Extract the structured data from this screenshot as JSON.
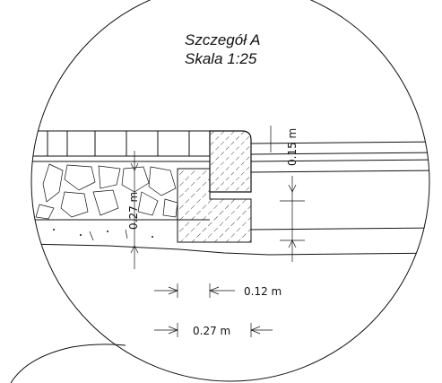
{
  "detail": {
    "title_line1": "Szczegół A",
    "title_line2": "Skala 1:25"
  },
  "dimensions": {
    "curb_height": "0.15 m",
    "base_depth": "0.27 m",
    "curb_width": "0.12 m",
    "base_width": "0.27 m"
  }
}
